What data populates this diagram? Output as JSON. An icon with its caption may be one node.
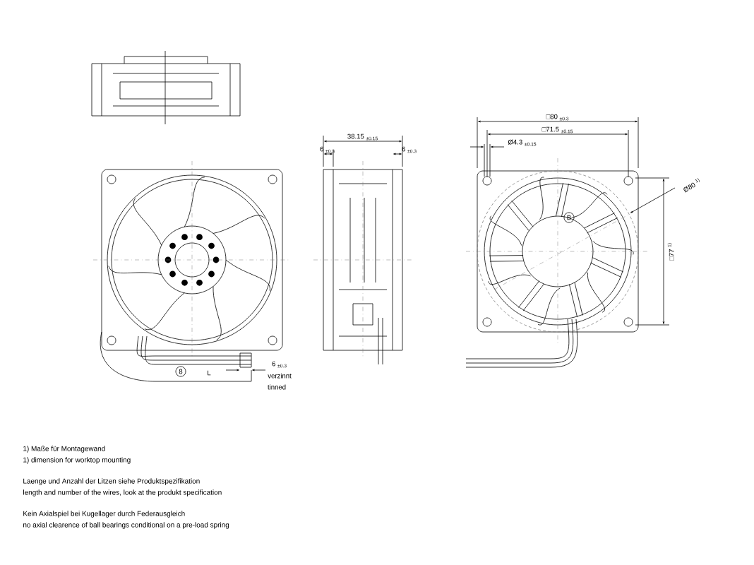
{
  "diagram": {
    "labels": [
      "38.15 $_{±0.15}$",
      "6 $_{±0.3}$",
      "6 $_{±0.3}$",
      "□80 $_{±0.3}$",
      "□71.5 $_{±0.15}$",
      "Ø4.3 $_{±0.15}$",
      "Ø80 $^{1)}$",
      "□77 $^{1)}$",
      "B",
      "8",
      "L",
      "6 $_{±0.3}$",
      "verzinnt",
      "tinned",
      "1) Maße für Montagewand",
      "1) dimension for worktop mounting",
      "Laenge und Anzahl der Litzen siehe Produktspezifikation",
      "length and number of the wires, look at the produkt specification",
      "Kein Axialspiel bei Kugellager durch Federausgleich",
      "no axial clearence of ball bearings conditional on a pre-load spring"
    ]
  }
}
